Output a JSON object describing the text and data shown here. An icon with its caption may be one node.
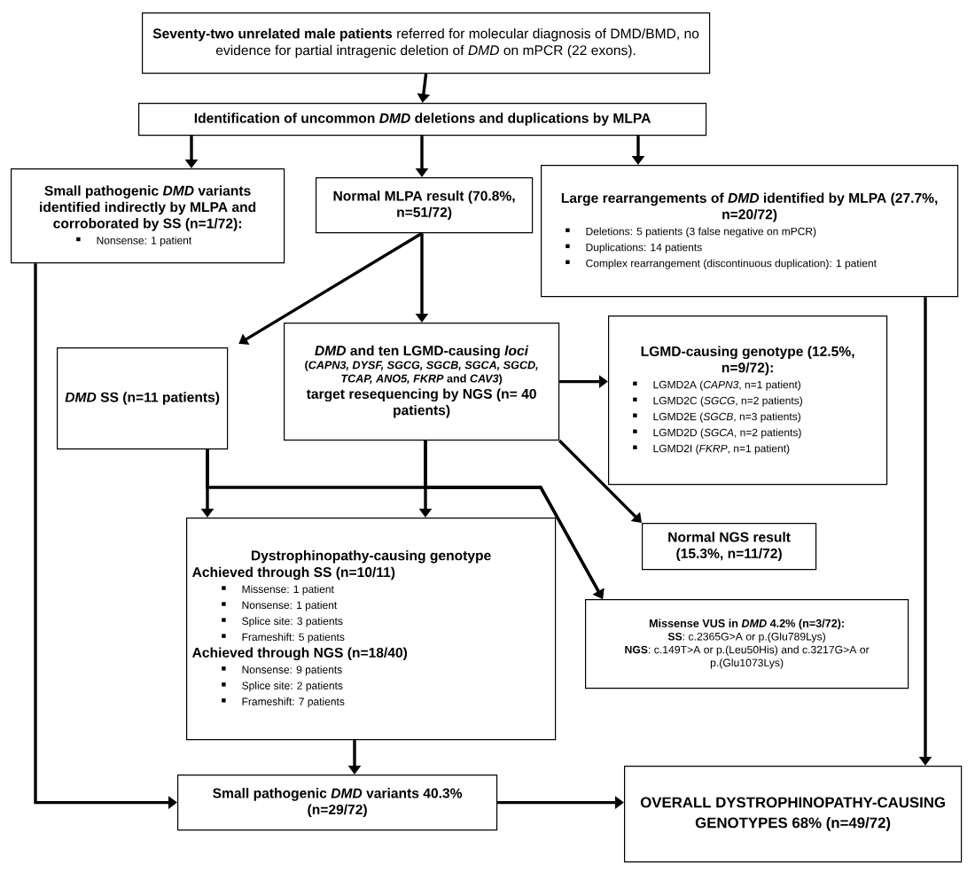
{
  "diagram": {
    "nodes": [
      {
        "text": [
          "**Seventy-two unrelated male patients** referred for molecular diagnosis of DMD/BMD, no evidence for partial intragenic deletion of *DMD* on mPCR (22 exons)."
        ]
      },
      {
        "text": [
          "Identification of uncommon *DMD* deletions and duplications by MLPA"
        ]
      },
      {
        "text": [
          "Small pathogenic *DMD* variants identified indirectly by MLPA and corroborated by SS (n=1/72):",
          "Nonsense: 1 patient"
        ]
      },
      {
        "text": [
          "Normal MLPA result (70.8%, n=51/72)"
        ]
      },
      {
        "text": [
          "Large rearrangements of *DMD* identified by MLPA (27.7%, n=20/72)",
          "Deletions: 5 patients (3 false negative on mPCR)",
          "Duplications: 14 patients",
          "Complex rearrangement (discontinuous duplication): 1 patient"
        ]
      },
      {
        "text": [
          "*DMD* SS (n=11 patients)"
        ]
      },
      {
        "text": [
          "*DMD* and ten LGMD-causing *loci*",
          "(*CAPN3, DYSF, SGCG, SGCB, SGCA, SGCD, TCAP, ANO5, FKRP* and *CAV3*)",
          "target resequencing by NGS (n= 40 patients)"
        ]
      },
      {
        "text": [
          "LGMD-causing genotype (12.5%, n=9/72):",
          "LGMD2A (*CAPN3*, n=1 patient)",
          "LGMD2C (*SGCG*, n=2 patients)",
          "LGMD2E (*SGCB*, n=3 patients)",
          "LGMD2D (*SGCA*, n=2 patients)",
          "LGMD2I (*FKRP*, n=1 patient)"
        ]
      },
      {
        "text": [
          "Normal NGS result (15.3%, n=11/72)"
        ]
      },
      {
        "text": [
          "Dystrophinopathy-causing genotype",
          "Achieved through SS (n=10/11)",
          "Missense: 1 patient",
          "Nonsense: 1 patient",
          "Splice site: 3 patients",
          "Frameshift: 5 patients",
          "Achieved through NGS (n=18/40)",
          "Nonsense: 9 patients",
          "Splice site: 2 patients",
          "Frameshift: 7 patients"
        ]
      },
      {
        "text": [
          "Missense VUS in *DMD* 4.2% (n=3/72):",
          "**SS**: c.2365G>A or p.(Glu789Lys)",
          "**NGS**: c.149T>A or p.(Leu50His) and c.3217G>A or p.(Glu1073Lys)"
        ]
      },
      {
        "text": [
          "Small pathogenic *DMD* variants 40.3% (n=29/72)"
        ]
      },
      {
        "text": [
          "OVERALL DYSTROPHINOPATHY-CAUSING GENOTYPES 68% (n=49/72)"
        ]
      }
    ],
    "edges": [
      {
        "from": 0,
        "to": 1,
        "arrow": "to"
      },
      {
        "from": 1,
        "to": 2,
        "arrow": "to"
      },
      {
        "from": 1,
        "to": 3,
        "arrow": "to"
      },
      {
        "from": 1,
        "to": 4,
        "arrow": "to"
      },
      {
        "from": 3,
        "to": 5,
        "arrow": "to"
      },
      {
        "from": 3,
        "to": 6,
        "arrow": "to"
      },
      {
        "from": 6,
        "to": 7,
        "arrow": "to"
      },
      {
        "from": 6,
        "to": 8,
        "arrow": "to"
      },
      {
        "from": 5,
        "to": 9,
        "arrow": "to"
      },
      {
        "from": 6,
        "to": 9,
        "arrow": "to"
      },
      {
        "from": 5,
        "to": 10,
        "arrow": "to"
      },
      {
        "from": 6,
        "to": 10,
        "arrow": "to"
      },
      {
        "from": 9,
        "to": 11,
        "arrow": "to"
      },
      {
        "from": 2,
        "to": 11,
        "arrow": "to"
      },
      {
        "from": 11,
        "to": 12,
        "arrow": "to"
      },
      {
        "from": 4,
        "to": 12,
        "arrow": "to"
      }
    ]
  }
}
